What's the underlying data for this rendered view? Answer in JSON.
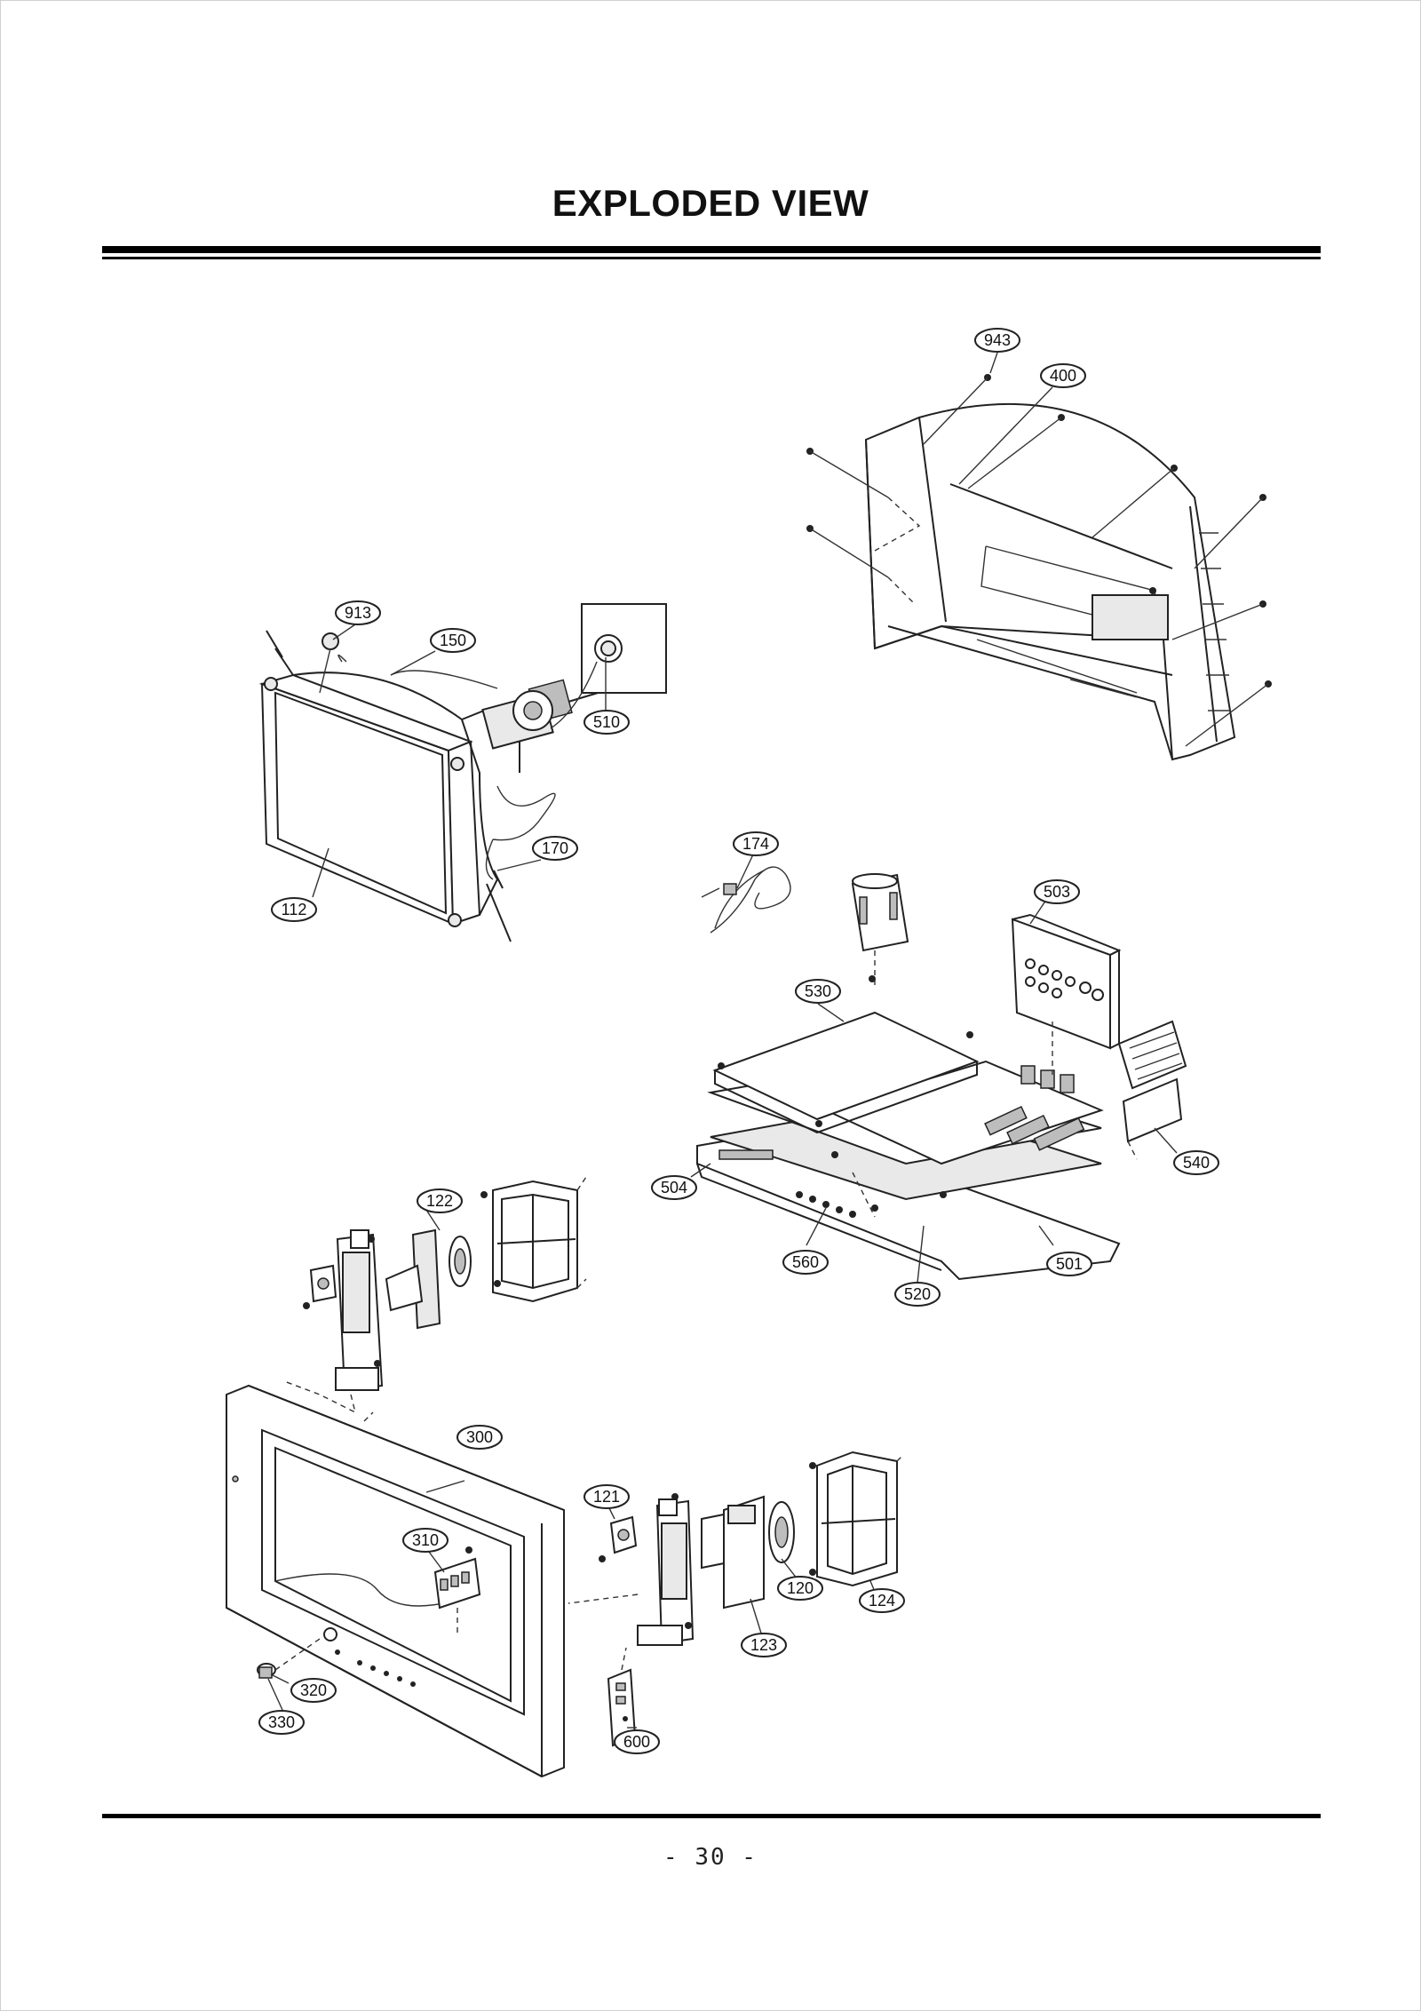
{
  "title": "EXPLODED VIEW",
  "page_number": "- 30 -",
  "callouts": [
    {
      "id": "c943",
      "label": "943"
    },
    {
      "id": "c400",
      "label": "400"
    },
    {
      "id": "c913",
      "label": "913"
    },
    {
      "id": "c150",
      "label": "150"
    },
    {
      "id": "c510",
      "label": "510"
    },
    {
      "id": "c170",
      "label": "170"
    },
    {
      "id": "c112",
      "label": "112"
    },
    {
      "id": "c174",
      "label": "174"
    },
    {
      "id": "c503",
      "label": "503"
    },
    {
      "id": "c530",
      "label": "530"
    },
    {
      "id": "c540",
      "label": "540"
    },
    {
      "id": "c504",
      "label": "504"
    },
    {
      "id": "c560",
      "label": "560"
    },
    {
      "id": "c501",
      "label": "501"
    },
    {
      "id": "c520",
      "label": "520"
    },
    {
      "id": "c122",
      "label": "122"
    },
    {
      "id": "c300",
      "label": "300"
    },
    {
      "id": "c121",
      "label": "121"
    },
    {
      "id": "c310",
      "label": "310"
    },
    {
      "id": "c120",
      "label": "120"
    },
    {
      "id": "c124",
      "label": "124"
    },
    {
      "id": "c123",
      "label": "123"
    },
    {
      "id": "c320",
      "label": "320"
    },
    {
      "id": "c330",
      "label": "330"
    },
    {
      "id": "c600",
      "label": "600"
    }
  ]
}
